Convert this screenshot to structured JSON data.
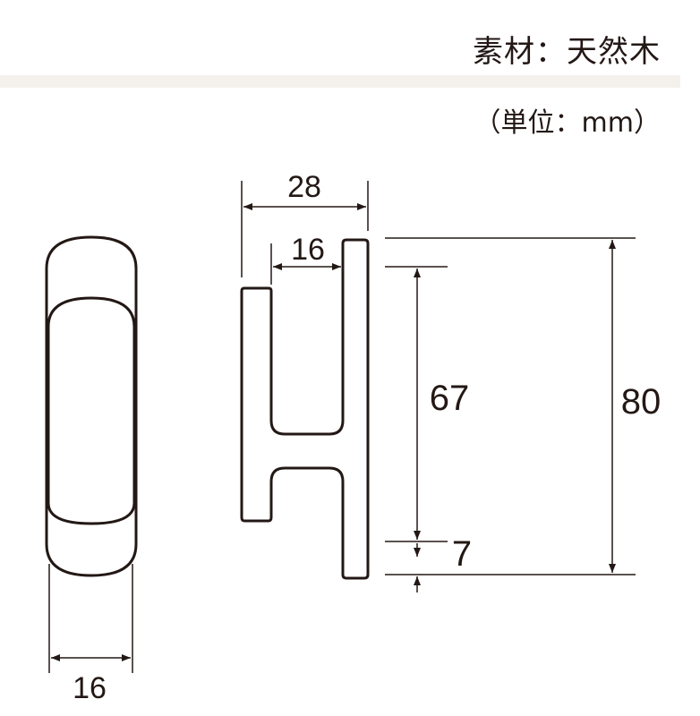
{
  "header": {
    "material": "素材：天然木",
    "unit": "（単位：mm）"
  },
  "dimensions": {
    "front_width": "16",
    "side_total_depth": "28",
    "side_inner_gap": "16",
    "inner_height": "67",
    "bottom_offset": "7",
    "total_height": "80"
  },
  "colors": {
    "line": "#231815",
    "band": "#f4f1ed"
  }
}
